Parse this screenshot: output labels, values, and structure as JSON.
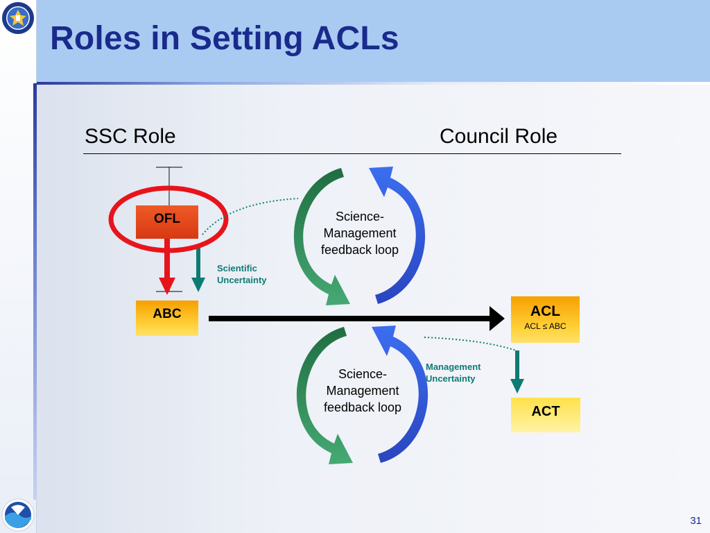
{
  "title": "Roles in Setting ACLs",
  "headings": {
    "left": "SSC Role",
    "right": "Council Role"
  },
  "boxes": {
    "ofl": "OFL",
    "abc": "ABC",
    "acl": "ACL",
    "acl_sub": "ACL ≤ ABC",
    "act": "ACT"
  },
  "loops": {
    "top": "Science-Management feedback loop",
    "bottom": "Science-Management feedback loop"
  },
  "uncertainty": {
    "scientific": [
      "Scientific",
      "Uncertainty"
    ],
    "management": [
      "Management",
      "Uncertainty"
    ]
  },
  "page_number": "31",
  "colors": {
    "title": "#1a2a8c",
    "header_band": "#a9cbf2",
    "ofl_box": "#e24a1c",
    "abc_box": "#ffc21e",
    "act_box": "#fff08a",
    "teal": "#0e7b73",
    "red_highlight": "#e8141b",
    "loop_green": "#2e8b57",
    "loop_blue": "#2f5bd8"
  },
  "icons": {
    "top_left": "doc-seal-icon",
    "bottom_left": "noaa-logo-icon"
  }
}
